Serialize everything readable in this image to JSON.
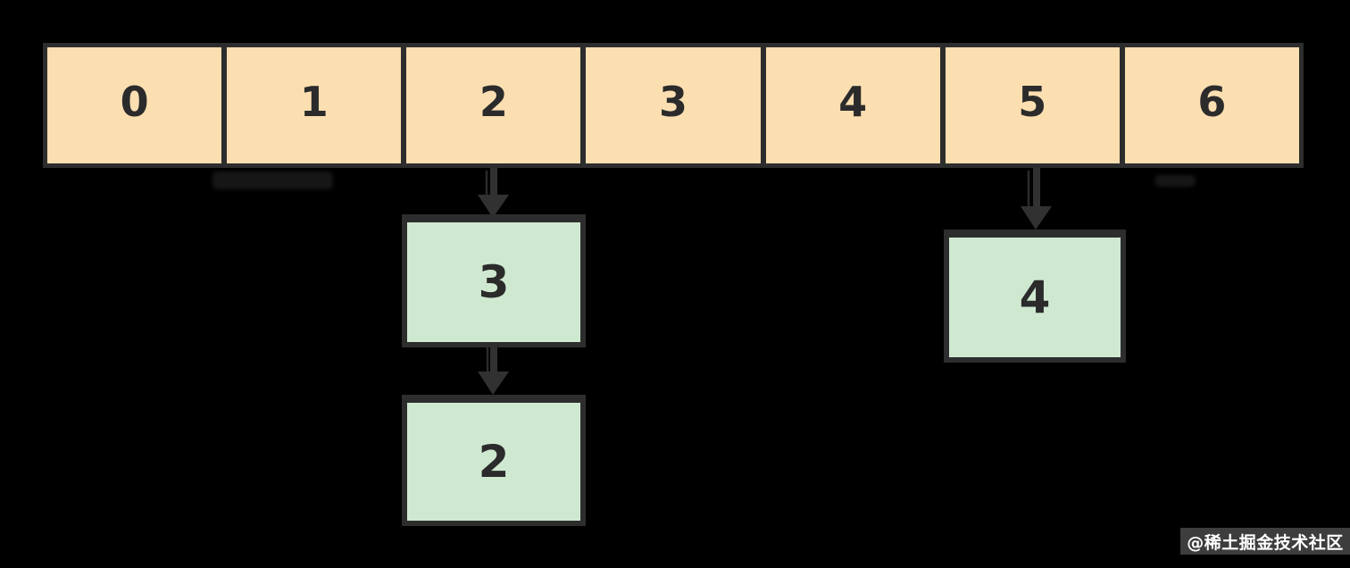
{
  "background": "#000000",
  "array": {
    "fill": "#fcdfb1",
    "border_color": "#2d2d2d",
    "text_color": "#2b2b2b",
    "cells": [
      {
        "label": "0"
      },
      {
        "label": "1"
      },
      {
        "label": "2"
      },
      {
        "label": "3"
      },
      {
        "label": "4"
      },
      {
        "label": "5"
      },
      {
        "label": "6"
      }
    ]
  },
  "nodes": [
    {
      "label": "3"
    },
    {
      "label": "2"
    },
    {
      "label": "4"
    }
  ],
  "node_style": {
    "fill": "#cfe9d1",
    "border_color": "#2d2d2d",
    "text_color": "#2b2b2b"
  },
  "arrows": {
    "color": "#313131",
    "items": [
      {
        "from": "array-cell-2",
        "to": "node-3"
      },
      {
        "from": "node-3",
        "to": "node-2"
      },
      {
        "from": "array-cell-5",
        "to": "node-4"
      }
    ]
  },
  "watermark": {
    "text": "@稀土掘金技术社区",
    "background": "#3d3d3d",
    "text_color": "#ffffff"
  }
}
